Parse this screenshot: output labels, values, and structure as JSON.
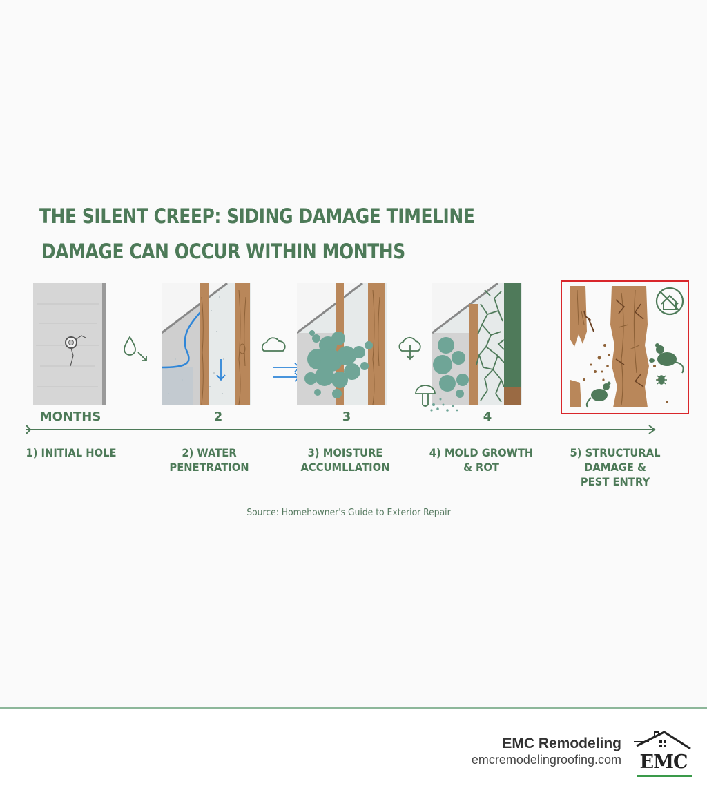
{
  "title": "THE SILENT CREEP: SIDING DAMAGE TIMELINE",
  "subtitle": "DAMAGE CAN OCCUR WITHIN MONTHS",
  "timeline": {
    "markers": [
      "MONTHS",
      "2",
      "3",
      "4"
    ],
    "steps": [
      {
        "label_lines": [
          "1) INITIAL HOLE"
        ]
      },
      {
        "label_lines": [
          "2) WATER",
          "PENETRATION"
        ]
      },
      {
        "label_lines": [
          "3) MOISTURE",
          "ACCUMLLATION"
        ]
      },
      {
        "label_lines": [
          "4) MOLD GROWTH",
          "& ROT"
        ]
      },
      {
        "label_lines": [
          "5) STRUCTURAL",
          "DAMAGE &",
          "PEST ENTRY"
        ]
      }
    ]
  },
  "source": "Source: Homehowner's Guide to Exterior Repair",
  "footer": {
    "company": "EMC Remodeling",
    "website": "emcremodelingroofing.com",
    "logo_text": "EMC"
  },
  "colors": {
    "title_green": "#4d7a58",
    "wood": "#b9875a",
    "mold": "#6fa597",
    "water_blue": "#2f86d8",
    "highlight_red": "#d9262b"
  }
}
